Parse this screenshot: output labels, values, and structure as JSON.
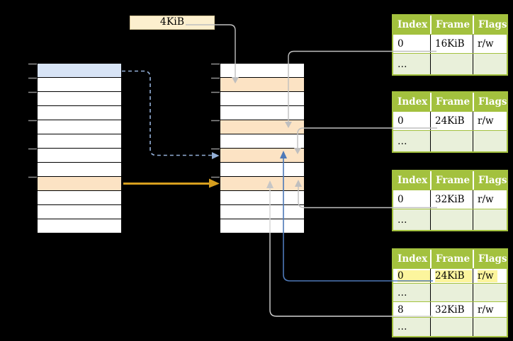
{
  "frame_size_label": "4KiB",
  "colors": {
    "table_header_green": "#A3C13E",
    "table_row_light_green": "#E9F0DA",
    "highlight_yellow": "#FCF59D",
    "frame_orange": "#FCE3C4",
    "page_blue": "#D8E4F6",
    "label_cream": "#FCEFCE",
    "arrow_gold": "#D79F1E",
    "arrow_blue": "#4E79B8",
    "arrow_dashed_blue": "#93AFD7",
    "arrow_gray": "#BFBFBF"
  },
  "virtual_memory": {
    "rows": 12,
    "blue_page_row": 1,
    "orange_page_row": 9
  },
  "physical_memory": {
    "rows": 12,
    "orange_frame_rows": [
      2,
      5,
      7,
      9
    ]
  },
  "page_tables": [
    {
      "id": "page-table-1",
      "headers": [
        "Index",
        "Frame",
        "Flags"
      ],
      "rows": [
        {
          "index": "0",
          "frame": "16KiB",
          "flags": "r/w"
        },
        {
          "index": "…",
          "frame": "",
          "flags": ""
        }
      ]
    },
    {
      "id": "page-table-2",
      "headers": [
        "Index",
        "Frame",
        "Flags"
      ],
      "rows": [
        {
          "index": "0",
          "frame": "24KiB",
          "flags": "r/w"
        },
        {
          "index": "…",
          "frame": "",
          "flags": ""
        }
      ]
    },
    {
      "id": "page-table-3",
      "headers": [
        "Index",
        "Frame",
        "Flags"
      ],
      "rows": [
        {
          "index": "0",
          "frame": "32KiB",
          "flags": "r/w"
        },
        {
          "index": "…",
          "frame": "",
          "flags": ""
        }
      ]
    },
    {
      "id": "page-table-4",
      "headers": [
        "Index",
        "Frame",
        "Flags"
      ],
      "rows": [
        {
          "index": "0",
          "frame": "24KiB",
          "flags": "r/w",
          "highlighted": true
        },
        {
          "index": "…",
          "frame": "",
          "flags": ""
        },
        {
          "index": "8",
          "frame": "32KiB",
          "flags": "r/w"
        },
        {
          "index": "…",
          "frame": "",
          "flags": ""
        }
      ]
    }
  ]
}
